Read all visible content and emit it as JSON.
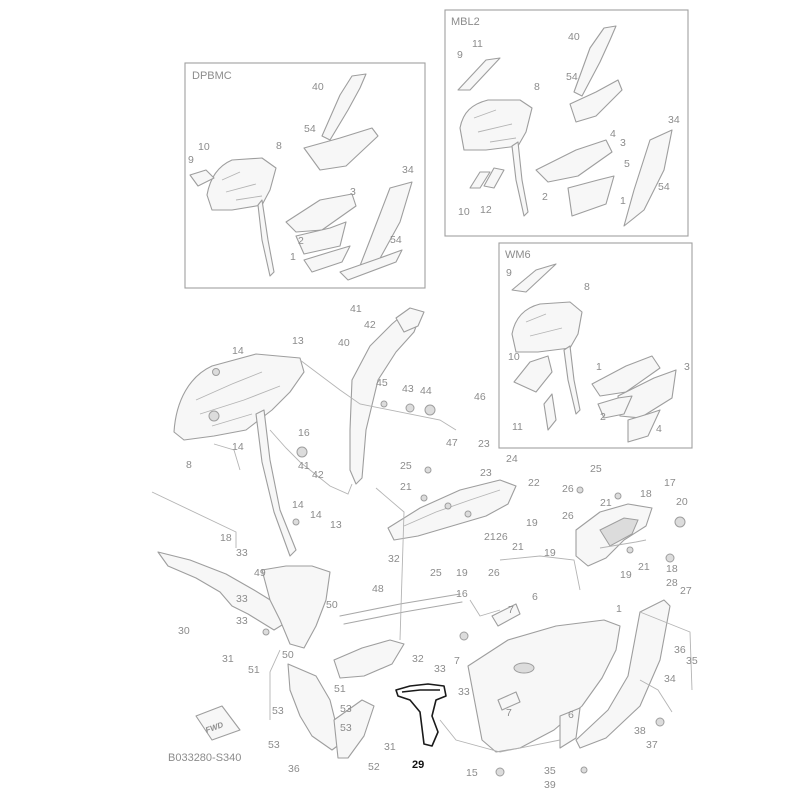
{
  "diagram": {
    "code": "B033280-S340",
    "fwd_badge": "FWD",
    "variants": [
      {
        "name": "DPBMC"
      },
      {
        "name": "MBL2"
      },
      {
        "name": "WM6"
      }
    ],
    "highlight_part": "29",
    "callouts": {
      "dpbmc": [
        "40",
        "54",
        "10",
        "8",
        "9",
        "3",
        "34",
        "2",
        "54",
        "1"
      ],
      "mbl2": [
        "11",
        "40",
        "9",
        "54",
        "8",
        "4",
        "3",
        "34",
        "5",
        "2",
        "1",
        "54",
        "10",
        "12"
      ],
      "wm6": [
        "9",
        "8",
        "10",
        "1",
        "3",
        "2",
        "11",
        "4"
      ],
      "main": [
        "41",
        "42",
        "13",
        "14",
        "40",
        "45",
        "43",
        "44",
        "46",
        "16",
        "8",
        "14",
        "47",
        "41",
        "42",
        "25",
        "23",
        "24",
        "23",
        "22",
        "26",
        "21",
        "17",
        "18",
        "14",
        "25",
        "20",
        "13",
        "14",
        "21",
        "26",
        "21",
        "18",
        "33",
        "32",
        "19",
        "25",
        "19",
        "26",
        "26",
        "21",
        "19",
        "21",
        "19",
        "18",
        "28",
        "27",
        "49",
        "48",
        "16",
        "6",
        "1",
        "7",
        "50",
        "30",
        "33",
        "33",
        "36",
        "35",
        "31",
        "51",
        "50",
        "32",
        "33",
        "7",
        "34",
        "51",
        "33",
        "53",
        "53",
        "7",
        "6",
        "53",
        "31",
        "38",
        "37",
        "53",
        "52",
        "15",
        "36",
        "35",
        "39"
      ]
    }
  }
}
